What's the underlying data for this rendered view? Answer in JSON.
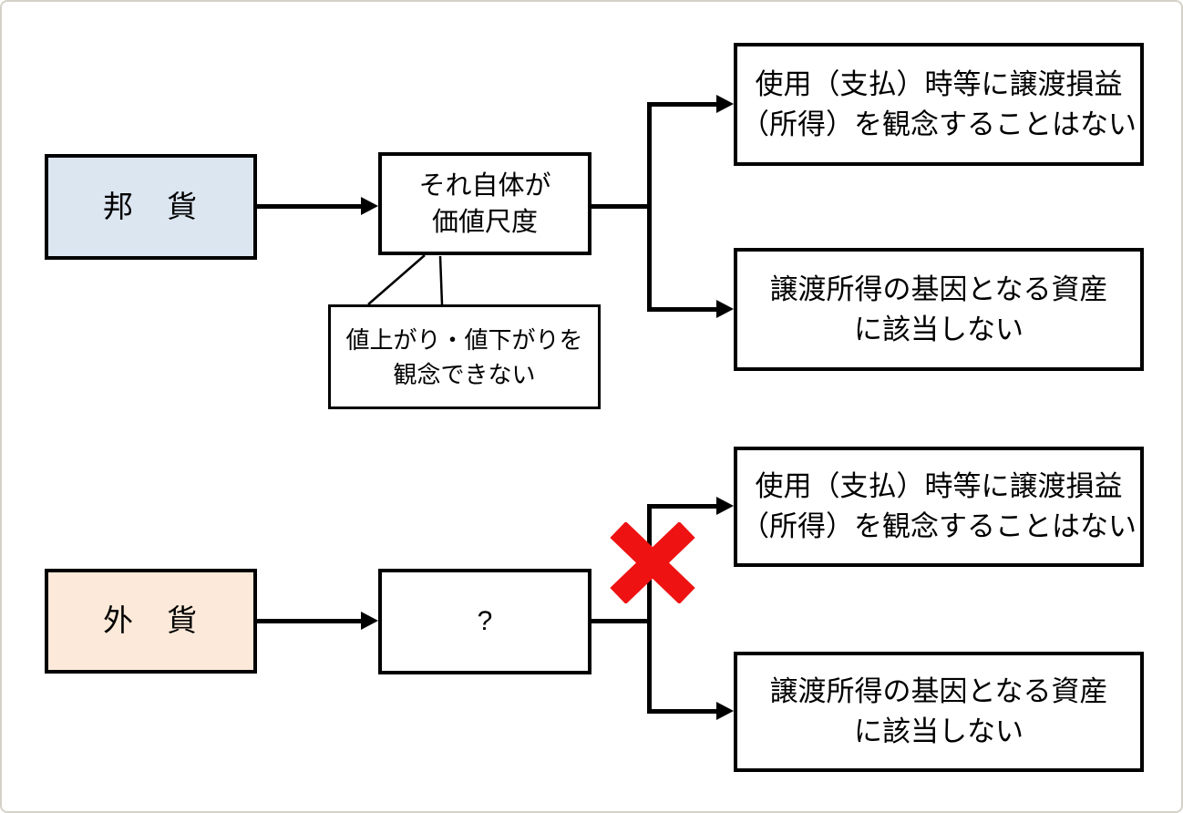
{
  "colors": {
    "domestic_fill": "#dce6f1",
    "foreign_fill": "#fde9d9",
    "box_border": "#000000",
    "connector": "#000000",
    "x_mark": "#ee1212",
    "frame_border": "#d4d2c8"
  },
  "top_flow": {
    "source_label": "邦　貨",
    "cause_lines": [
      "それ自体が",
      "価値尺度"
    ],
    "callout_lines": [
      "値上がり・値下がりを",
      "観念できない"
    ],
    "outcome_use_lines": [
      "使用（支払）時等に譲渡損益",
      "（所得）を観念することはない"
    ],
    "outcome_asset_lines": [
      "譲渡所得の基因となる資産",
      "に該当しない"
    ]
  },
  "bottom_flow": {
    "source_label": "外　貨",
    "cause_label": "?",
    "outcome_use_lines": [
      "使用（支払）時等に譲渡損益",
      "（所得）を観念することはない"
    ],
    "outcome_asset_lines": [
      "譲渡所得の基因となる資産",
      "に該当しない"
    ]
  }
}
